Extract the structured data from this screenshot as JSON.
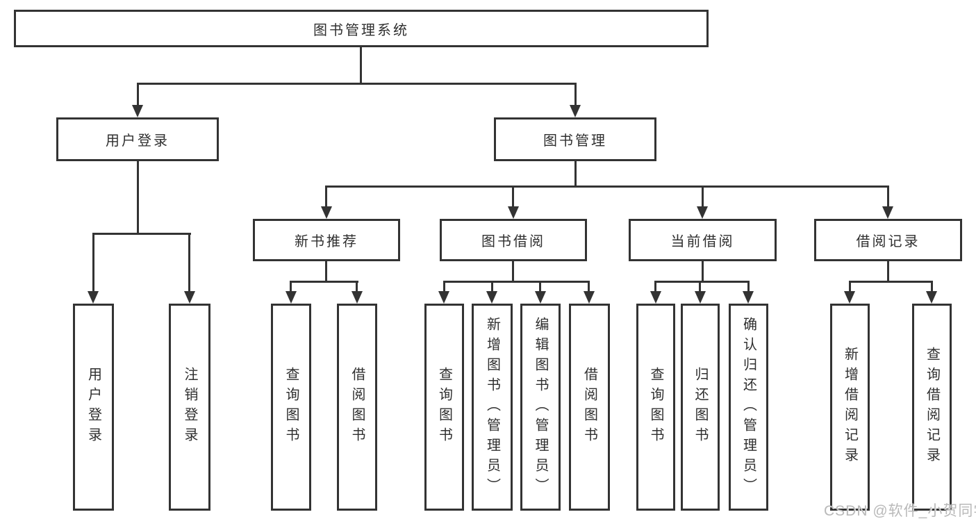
{
  "tree": {
    "label": "图书管理系统",
    "children": [
      {
        "label": "用户登录",
        "children": [
          {
            "label": "用户登录"
          },
          {
            "label": "注销登录"
          }
        ]
      },
      {
        "label": "图书管理",
        "children": [
          {
            "label": "新书推荐",
            "children": [
              {
                "label": "查询图书"
              },
              {
                "label": "借阅图书"
              }
            ]
          },
          {
            "label": "图书借阅",
            "children": [
              {
                "label": "查询图书"
              },
              {
                "label": "新增图书（管理员）"
              },
              {
                "label": "编辑图书（管理员）"
              },
              {
                "label": "借阅图书"
              }
            ]
          },
          {
            "label": "当前借阅",
            "children": [
              {
                "label": "查询图书"
              },
              {
                "label": "归还图书"
              },
              {
                "label": "确认归还（管理员）"
              }
            ]
          },
          {
            "label": "借阅记录",
            "children": [
              {
                "label": "新增借阅记录"
              },
              {
                "label": "查询借阅记录"
              }
            ]
          }
        ]
      }
    ]
  },
  "watermark": "CSDN @软件_小贺同学",
  "colors": {
    "line": "#333333",
    "text": "#2f2f2f",
    "background": "#ffffff",
    "watermark": "#b9b9b9"
  }
}
